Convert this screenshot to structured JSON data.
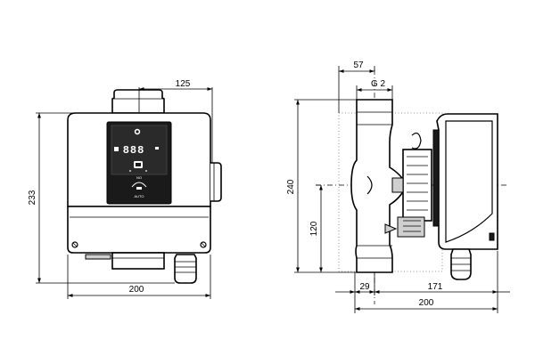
{
  "front_view": {
    "dim_width_top": "125",
    "dim_height": "233",
    "dim_width_bottom": "200"
  },
  "side_view": {
    "dim_port_offset": "57",
    "thread_label": "G 2",
    "dim_height": "240",
    "dim_axis_height": "120",
    "dim_left_offset": "29",
    "dim_body_depth": "171",
    "dim_total": "200"
  },
  "panel": {
    "display_digits": "888",
    "lines": [
      "NO",
      "AUTO"
    ]
  }
}
